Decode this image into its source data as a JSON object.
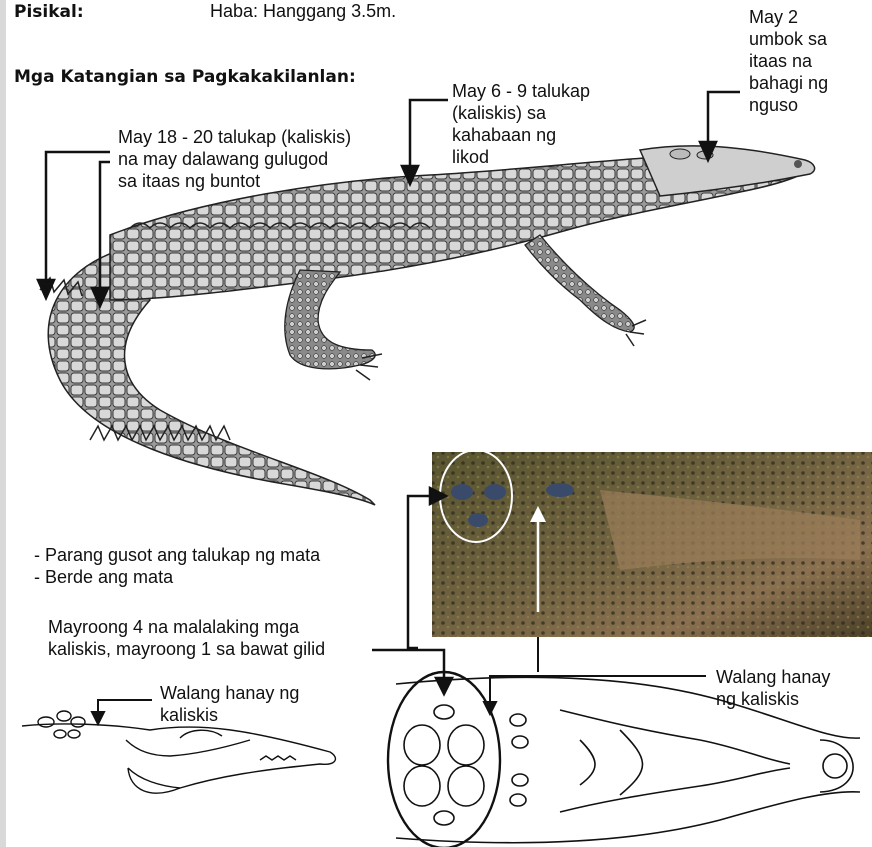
{
  "header": {
    "physical_label": "Pisikal:",
    "physical_value": "Haba: Hanggang 3.5m.",
    "features_heading": "Mga Katangian sa Pagkakakilanlan:"
  },
  "annotations": {
    "snout_bumps": [
      "May 2",
      "umbok sa",
      "itaas na",
      "bahagi ng",
      "nguso"
    ],
    "back_scales": [
      "May 6 - 9 talukap",
      "(kaliskis) sa",
      "kahabaan ng",
      "likod"
    ],
    "tail_scales": [
      "May 18 - 20 talukap (kaliskis)",
      "na may dalawang gulugod",
      "sa itaas ng buntot"
    ],
    "eye_notes": [
      "- Parang gusot ang talukap ng mata",
      "- Berde ang mata"
    ],
    "nuchal_scales": [
      "Mayroong 4 na malalaking mga",
      "kaliskis, mayroong 1 sa bawat gilid"
    ],
    "no_row_left": [
      "Walang hanay ng",
      "kaliskis"
    ],
    "no_row_right": [
      "Walang hanay",
      "ng kaliskis"
    ]
  },
  "colors": {
    "ink": "#111111",
    "photo_dark": "#3d3a22",
    "photo_mid": "#6a5d3a",
    "photo_light": "#a48a66",
    "sidebar": "#d9d9d9"
  },
  "icons": {
    "crocodile_illustration": "crocodile-drawing",
    "head_photo": "crocodile-head-photo",
    "side_sketch": "crocodile-side-sketch",
    "top_sketch": "crocodile-top-sketch"
  }
}
